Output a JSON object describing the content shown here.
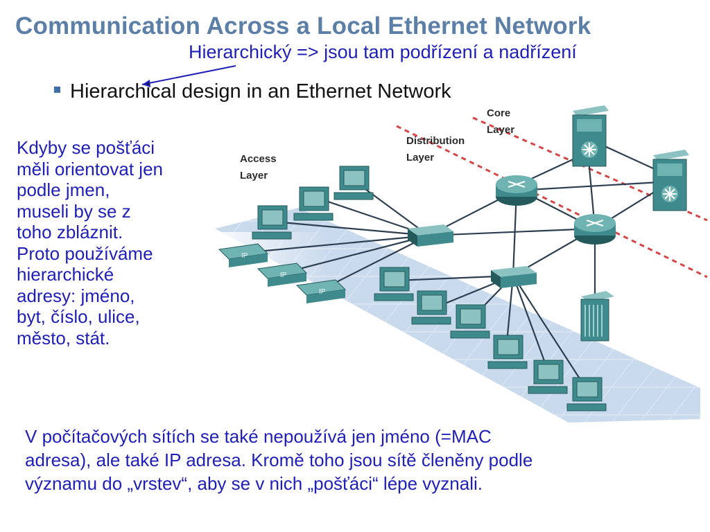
{
  "slide": {
    "title": "Communication Across a Local Ethernet Network",
    "annotation": "Hierarchický => jsou tam podřízení a nadřízení",
    "bullet": "Hierarchical design in an Ethernet Network",
    "side_note": [
      "Kdyby se pošťáci",
      "měli orientovat jen",
      "podle jmen,",
      "museli by se z",
      "toho zbláznit.",
      "Proto používáme",
      "hierarchické",
      "adresy: jméno,",
      "byt, číslo, ulice,",
      "město, stát."
    ],
    "bottom_text": [
      "V počítačových sítích se také nepoužívá jen jméno (=MAC",
      "adresa), ale také IP adresa. Kromě toho jsou sítě členěny podle",
      "významu do „vrstev“, aby se v nich „pošťáci“ lépe vyznali."
    ]
  },
  "diagram": {
    "layers": {
      "core": [
        "Core",
        "Layer"
      ],
      "distribution": [
        "Distribution",
        "Layer"
      ],
      "access": [
        "Access",
        "Layer"
      ]
    },
    "phone_label": "IP"
  },
  "colors": {
    "title": "#5b7fa6",
    "annotation": "#1f1fb8",
    "device": "#3e8a8c",
    "device_light": "#6fb3b2",
    "link": "#2c3e50",
    "boundary": "#d64545",
    "tile": "#c9d9ec"
  }
}
